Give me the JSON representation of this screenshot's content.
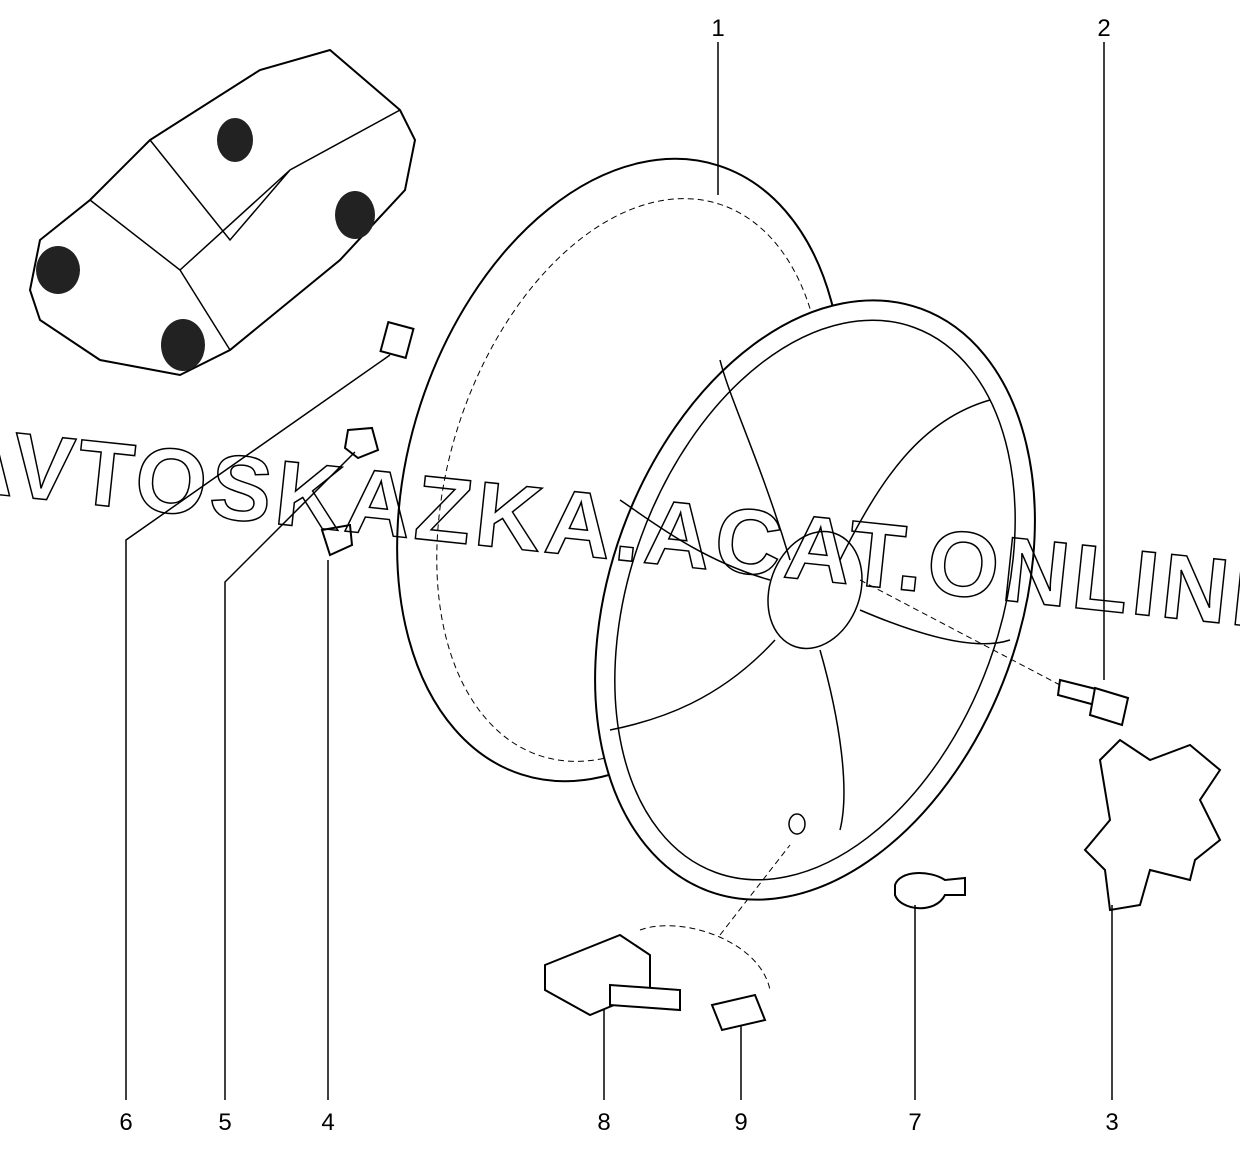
{
  "diagram": {
    "watermark": "AVTOSKAZKA.ACAT.ONLINE",
    "callouts": [
      {
        "id": "1",
        "part": "wheel-rim"
      },
      {
        "id": "2",
        "part": "wheel-bolt"
      },
      {
        "id": "3",
        "part": "center-cap"
      },
      {
        "id": "4",
        "part": "balance-weight-clip"
      },
      {
        "id": "5",
        "part": "balance-weight"
      },
      {
        "id": "6",
        "part": "adhesive-balance-weight"
      },
      {
        "id": "7",
        "part": "valve-cap"
      },
      {
        "id": "8",
        "part": "tire-pressure-sensor"
      },
      {
        "id": "9",
        "part": "sensor-valve-cap"
      }
    ]
  }
}
